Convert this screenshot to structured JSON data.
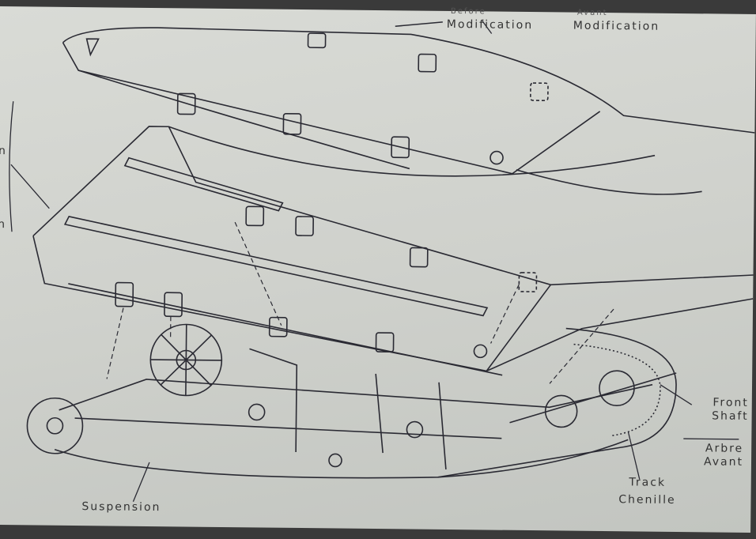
{
  "labels": {
    "before_top": "Before",
    "before": "Modification",
    "avant_top": "Avant",
    "avant": "Modification",
    "left_cut_1": "n",
    "left_cut_2": "n",
    "front_shaft": "Front Shaft",
    "arbre_avant": "Arbre Avant",
    "track": "Track",
    "chenille": "Chenille",
    "suspension": "Suspension"
  },
  "colors": {
    "paper": "#d4d6d1",
    "ink": "#2a2a33"
  }
}
